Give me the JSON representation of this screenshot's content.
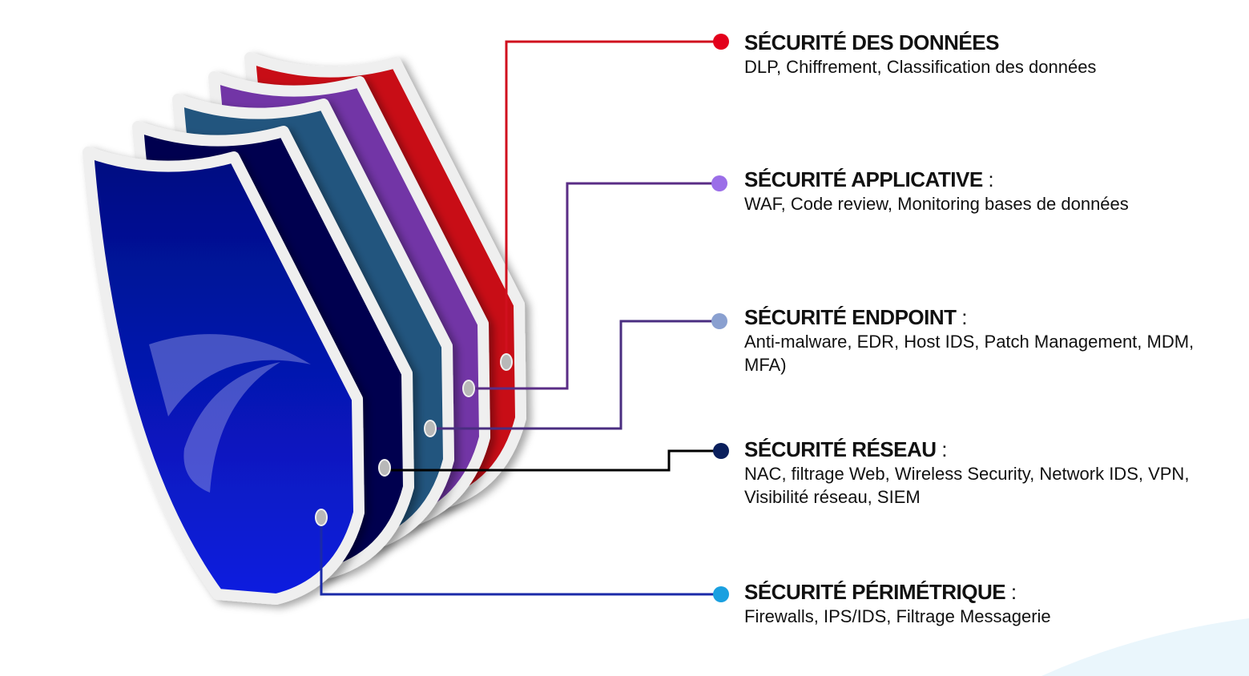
{
  "layers": [
    {
      "title": "SÉCURITÉ DES DONNÉES",
      "colon": "",
      "desc": "DLP, Chiffrement, Classification des données",
      "color": "#c80a16",
      "dot": "#e3001b",
      "line": "#d0101e"
    },
    {
      "title": "SÉCURITÉ APPLICATIVE",
      "colon": " :",
      "desc": "WAF, Code review, Monitoring bases de données",
      "color": "#7236a6",
      "dot": "#9b6ee8",
      "line": "#5a2d86"
    },
    {
      "title": "SÉCURITÉ ENDPOINT",
      "colon": " :",
      "desc": "Anti-malware, EDR, Host IDS, Patch Management, MDM, MFA)",
      "color": "#23547e",
      "dot": "#8aa0d0",
      "line": "#4a2d80"
    },
    {
      "title": "SÉCURITÉ RÉSEAU",
      "colon": " :",
      "desc": "NAC, filtrage Web, Wireless Security, Network IDS, VPN, Visibilité réseau, SIEM",
      "color": "#03064f",
      "dot": "#0a1f5c",
      "line": "#000000"
    },
    {
      "title": "SÉCURITÉ PÉRIMÉTRIQUE",
      "colon": " :",
      "desc": "Firewalls, IPS/IDS, Filtrage Messagerie",
      "color": "#0a17b8",
      "dot": "#1aa0e0",
      "line": "#1a2aa8"
    }
  ]
}
